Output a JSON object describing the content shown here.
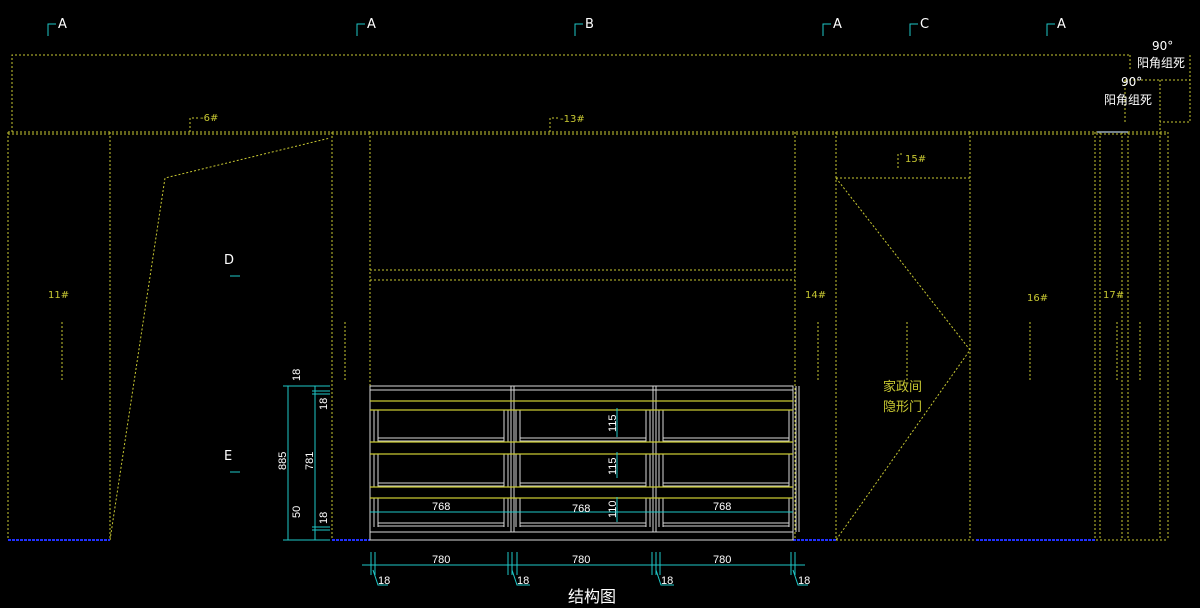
{
  "section_markers": [
    "A",
    "A",
    "B",
    "A",
    "C",
    "A"
  ],
  "side_markers": [
    "D",
    "E"
  ],
  "panel_labels": {
    "p6": "-6#",
    "p13": "-13#",
    "p11": "11#",
    "p14": "14#",
    "p15": "15#",
    "p16": "16#",
    "p17": "17#"
  },
  "hidden_door": [
    "家政间",
    "隐形门"
  ],
  "corner_notes": [
    {
      "angle": "90°",
      "text": "阳角组死"
    },
    {
      "angle": "90°",
      "text": "阳角组死"
    }
  ],
  "dimensions": {
    "height_total": "885",
    "height_inner": "781",
    "top_a": "18",
    "top_b": "18",
    "bottom_a": "50",
    "bottom_b": "18",
    "drawer_heights": [
      "115",
      "115",
      "110"
    ],
    "drawer_widths": [
      "768",
      "768",
      "768"
    ],
    "bay_widths": [
      "780",
      "780",
      "780"
    ],
    "panel_thickness": [
      "18",
      "18",
      "18",
      "18"
    ]
  },
  "title": "结构图"
}
